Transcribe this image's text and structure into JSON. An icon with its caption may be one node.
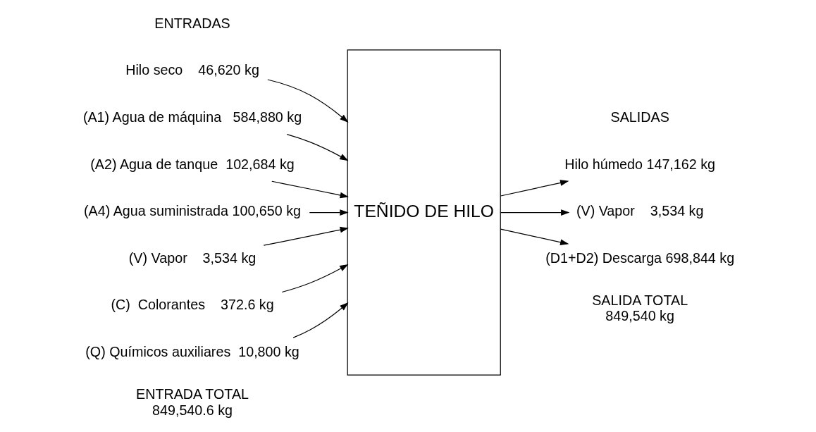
{
  "diagram": {
    "nodes": [
      {
        "text": [
          "TEÑIDO DE HILO"
        ]
      },
      {
        "text": [
          "Hilo seco    46,620 kg"
        ]
      },
      {
        "text": [
          "(A1) Agua de máquina   584,880 kg"
        ]
      },
      {
        "text": [
          "(A2) Agua de tanque  102,684 kg"
        ]
      },
      {
        "text": [
          "(A4) Agua suministrada 100,650 kg"
        ]
      },
      {
        "text": [
          "(V) Vapor    3,534 kg"
        ]
      },
      {
        "text": [
          "(C)  Colorantes    372.6 kg"
        ]
      },
      {
        "text": [
          "(Q) Químicos auxiliares  10,800 kg"
        ]
      },
      {
        "text": [
          "Hilo húmedo 147,162 kg"
        ]
      },
      {
        "text": [
          "(V) Vapor    3,534 kg"
        ]
      },
      {
        "text": [
          "(D1+D2) Descarga 698,844 kg"
        ]
      }
    ],
    "edges": [
      {
        "from": 1,
        "to": 0,
        "arrow": "to"
      },
      {
        "from": 2,
        "to": 0,
        "arrow": "to"
      },
      {
        "from": 3,
        "to": 0,
        "arrow": "to"
      },
      {
        "from": 4,
        "to": 0,
        "arrow": "to"
      },
      {
        "from": 5,
        "to": 0,
        "arrow": "to"
      },
      {
        "from": 6,
        "to": 0,
        "arrow": "to"
      },
      {
        "from": 7,
        "to": 0,
        "arrow": "to"
      },
      {
        "from": 0,
        "to": 8,
        "arrow": "to"
      },
      {
        "from": 0,
        "to": 9,
        "arrow": "to"
      },
      {
        "from": 0,
        "to": 10,
        "arrow": "to"
      }
    ],
    "labels": [
      "ENTRADAS",
      "SALIDAS",
      "ENTRADA TOTAL 849,540.6 kg",
      "SALIDA TOTAL 849,540 kg"
    ]
  }
}
